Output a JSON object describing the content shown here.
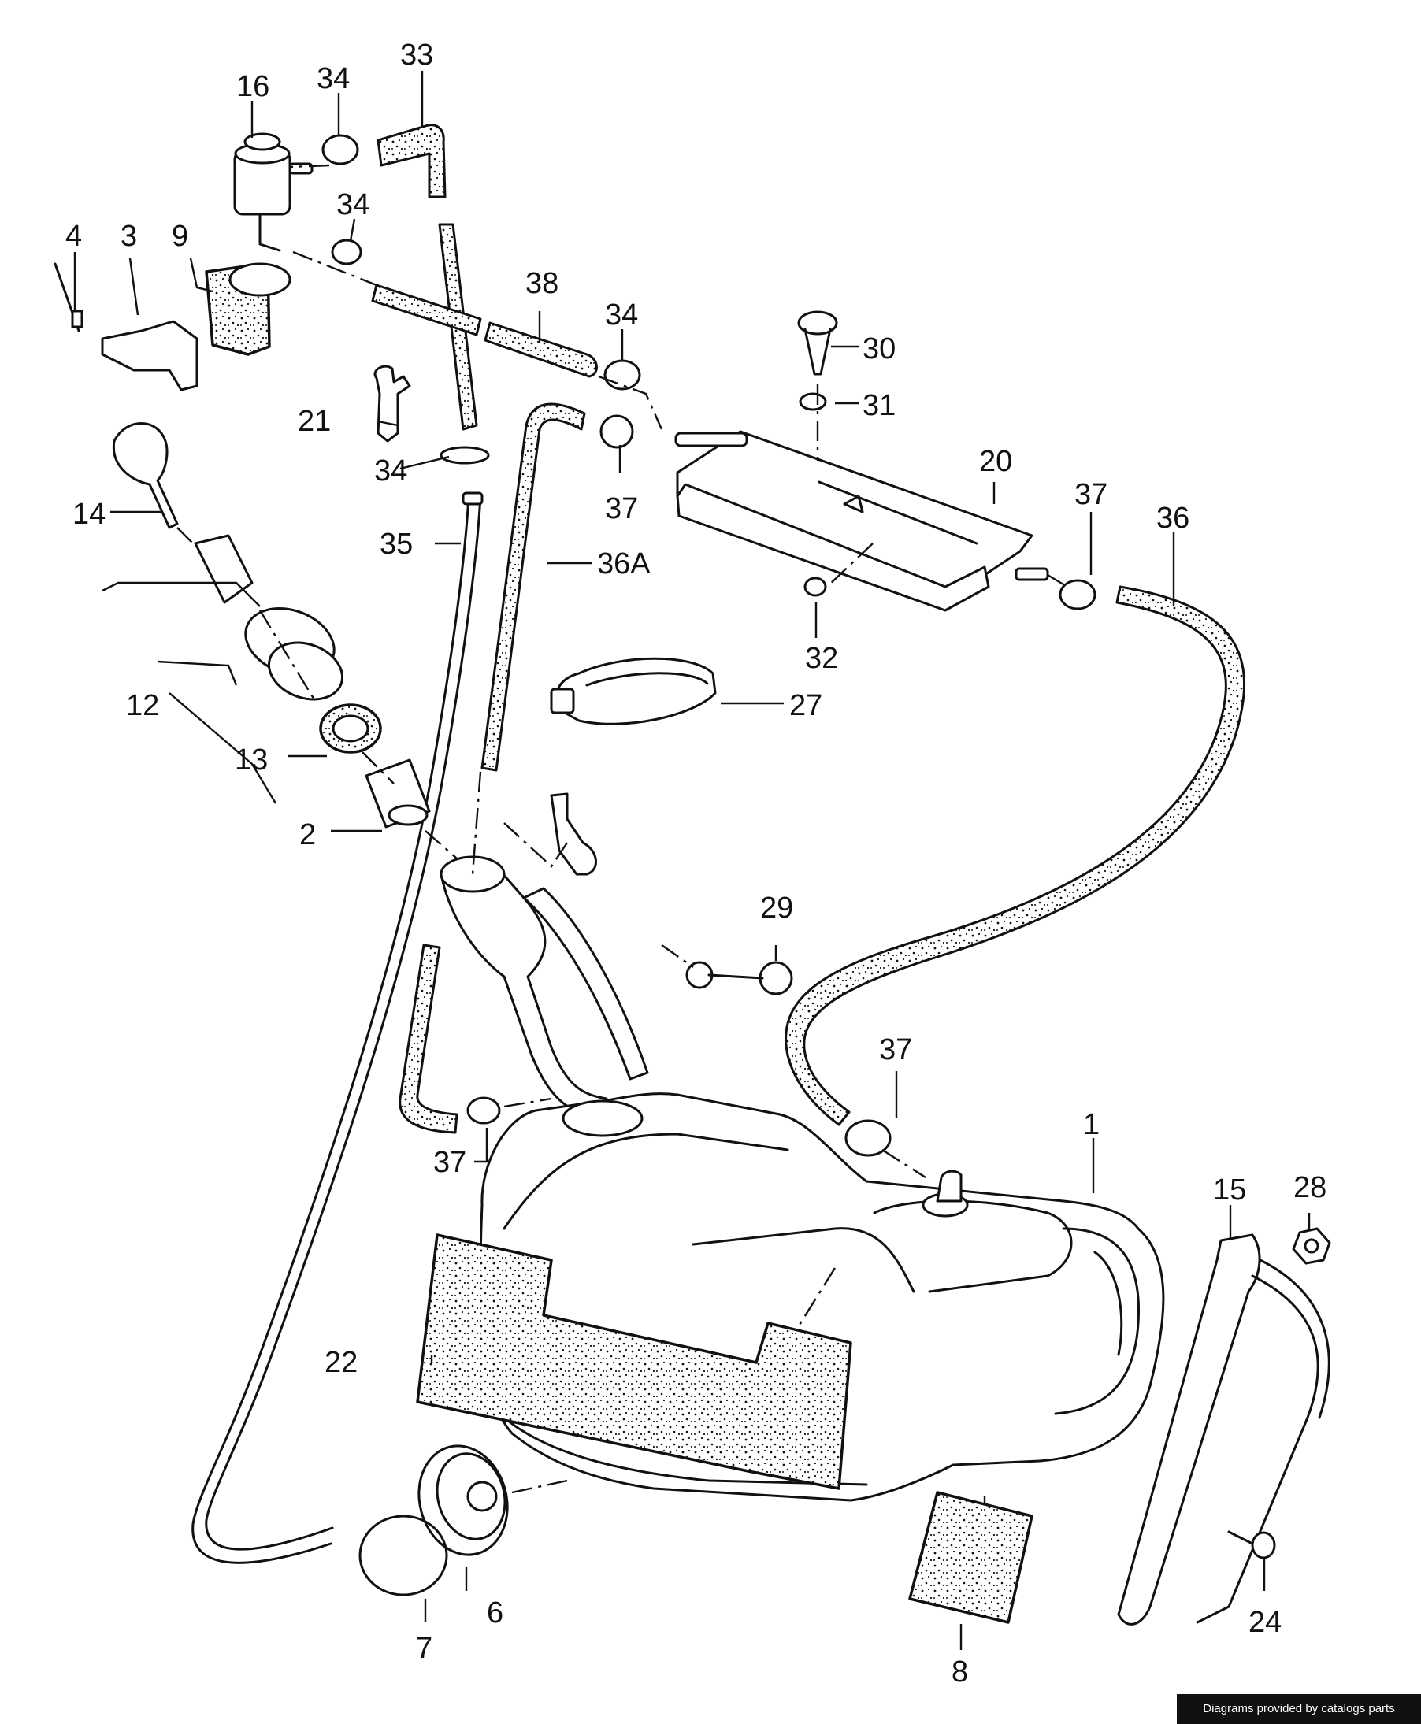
{
  "labels": {
    "l1": "1",
    "l2": "2",
    "l3": "3",
    "l4": "4",
    "l6": "6",
    "l7": "7",
    "l8": "8",
    "l9": "9",
    "l12": "12",
    "l13": "13",
    "l14": "14",
    "l15": "15",
    "l16": "16",
    "l20": "20",
    "l21": "21",
    "l22": "22",
    "l24": "24",
    "l27": "27",
    "l28": "28",
    "l29": "29",
    "l30": "30",
    "l31": "31",
    "l32": "32",
    "l33": "33",
    "l34a": "34",
    "l34b": "34",
    "l34c": "34",
    "l34d": "34",
    "l35": "35",
    "l36": "36",
    "l36a": "36A",
    "l37a": "37",
    "l37b": "37",
    "l37c": "37",
    "l37d": "37",
    "l38": "38"
  },
  "credit": "Diagrams provided by catalogs parts",
  "colors": {
    "ink": "#111111",
    "paper": "#ffffff",
    "credit_bg": "#111111"
  }
}
